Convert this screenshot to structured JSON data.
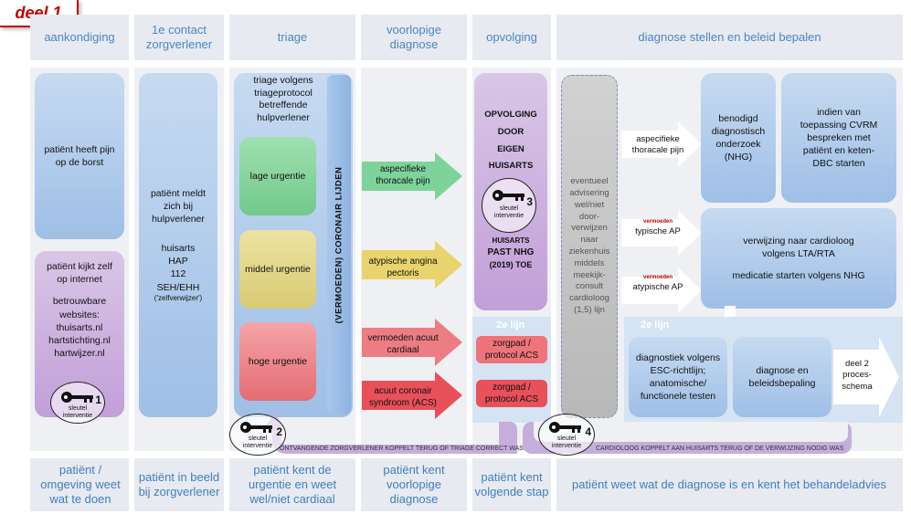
{
  "title": "deel 1",
  "headers": {
    "aankondiging": "aankondiging",
    "contact_l1": "1e contact",
    "contact_l2": "zorgverlener",
    "triage": "triage",
    "diagnose_l1": "voorlopige",
    "diagnose_l2": "diagnose",
    "opvolging": "opvolging",
    "beleid": "diagnose stellen en beleid bepalen"
  },
  "footers": {
    "f1": "patiënt / omgeving weet wat te doen",
    "f2": "patiënt in beeld bij zorgverlener",
    "f3": "patiënt kent de urgentie en weet wel/niet cardiaal",
    "f4": "patiënt kent voorlopige diagnose",
    "f5": "patiënt kent volgende stap",
    "f6": "patiënt weet wat de diagnose is en kent het behandeladvies"
  },
  "col1": {
    "pijn": "patiënt heeft pijn op de borst",
    "kijkt": "patiënt kijkt zelf op internet",
    "websites_title": "betrouwbare websites:",
    "web1": "thuisarts.nl",
    "web2": "hartstichting.nl",
    "web3": "hartwijzer.nl"
  },
  "col2": {
    "meldt": "patiënt meldt zich bij hulpverlener",
    "huisarts": "huisarts",
    "hap": "HAP",
    "n112": "112",
    "seh": "SEH/EHH",
    "zelf": "('zelfverwijzer')"
  },
  "col3": {
    "protocol": "triage volgens triageprotocol betreffende hulpverlener",
    "laag": "lage urgentie",
    "middel": "middel urgentie",
    "hoog": "hoge urgentie",
    "vertical": "(VERMOEDEN)  CORONAIR LIJDEN"
  },
  "col4": {
    "a1": "aspecifieke thoracale pijn",
    "a2": "atypische angina pectoris",
    "a3": "vermoeden acuut cardiaal",
    "a4": "acuut coronair syndroom (ACS)"
  },
  "col5": {
    "opv1": "OPVOLGING",
    "opv2": "DOOR",
    "opv3": "EIGEN",
    "opv4": "HUISARTS",
    "past1": "HUISARTS",
    "past2": "PAST NHG",
    "past3": "(2019) TOE",
    "lijn": "2e lijn",
    "zp1": "zorgpad / protocol ACS",
    "zp2": "zorgpad / protocol ACS"
  },
  "col6": {
    "grey": "eventueel advisering wel/niet door-verwijzen naar ziekenhuis middels meekijk-consult cardioloog (1,5) lijn",
    "arr1": "aspecifieke thoracale pijn",
    "arr2_small": "vermoeden",
    "arr2": "typische AP",
    "arr3_small": "vermoeden",
    "arr3": "atypische AP",
    "benodigd": "benodigd diagnostisch onderzoek (NHG)",
    "cvrm": "indien van toepassing CVRM bespreken met patiënt en keten-DBC starten",
    "verwijzing": "verwijzing naar cardioloog volgens LTA/RTA",
    "medicatie": "medicatie starten volgens NHG",
    "lijn": "2e lijn",
    "diagnostiek": "diagnostiek volgens ESC-richtlijn; anatomische/ functionele testen",
    "beleid": "diagnose en beleidsbepaling",
    "deel2": "deel 2 proces-schema"
  },
  "keys": {
    "label1": "sleutel",
    "label2": "interventie",
    "k1": "1",
    "k2": "2",
    "k3": "3",
    "k4": "4"
  },
  "feedback": {
    "triage": "ONTVANGENDE ZORGVERLENER KOPPELT TERUG OF TRIAGE CORRECT WAS",
    "cardio": "CARDIOLOOG KOPPELT AAN HUISARTS TERUG OF DE VERWIJZING NODIG WAS"
  }
}
